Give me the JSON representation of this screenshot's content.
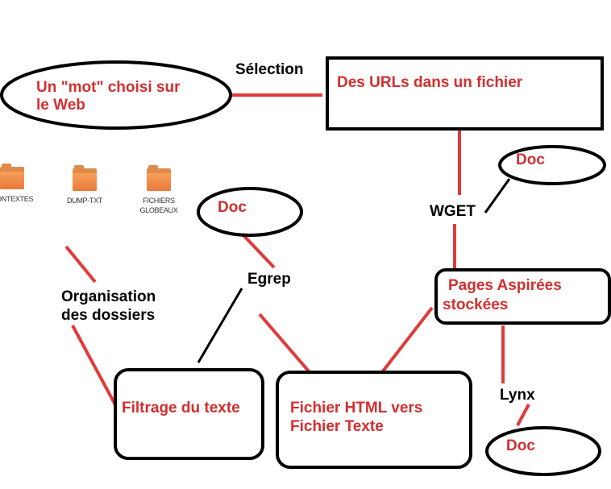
{
  "colors": {
    "red_text": "#d32f2f",
    "connector": "#e03a3a",
    "black": "#000000",
    "folder": "#f29150"
  },
  "nodes": {
    "mot_line1": "Un \"mot\" choisi sur",
    "mot_line2": "le Web",
    "urls": "Des URLs dans un fichier",
    "doc_top_right": "Doc",
    "doc_middle": "Doc",
    "doc_bottom": "Doc",
    "pages_line1": "Pages Aspirées",
    "pages_line2": "stockées",
    "filtrage": "Filtrage du texte",
    "html_line1": "Fichier HTML vers",
    "html_line2": "Fichier Texte"
  },
  "edge_labels": {
    "selection": "Sélection",
    "wget": "WGET",
    "egrep": "Egrep",
    "organisation_line1": "Organisation",
    "organisation_line2": "des dossiers",
    "lynx": "Lynx"
  },
  "folders": [
    {
      "name": "CONTEXTES",
      "icon": "folder-icon"
    },
    {
      "name": "DUMP-TXT",
      "icon": "folder-icon"
    },
    {
      "name_line1": "FICHIERS",
      "name_line2": "GLOBEAUX",
      "icon": "folder-icon"
    }
  ]
}
